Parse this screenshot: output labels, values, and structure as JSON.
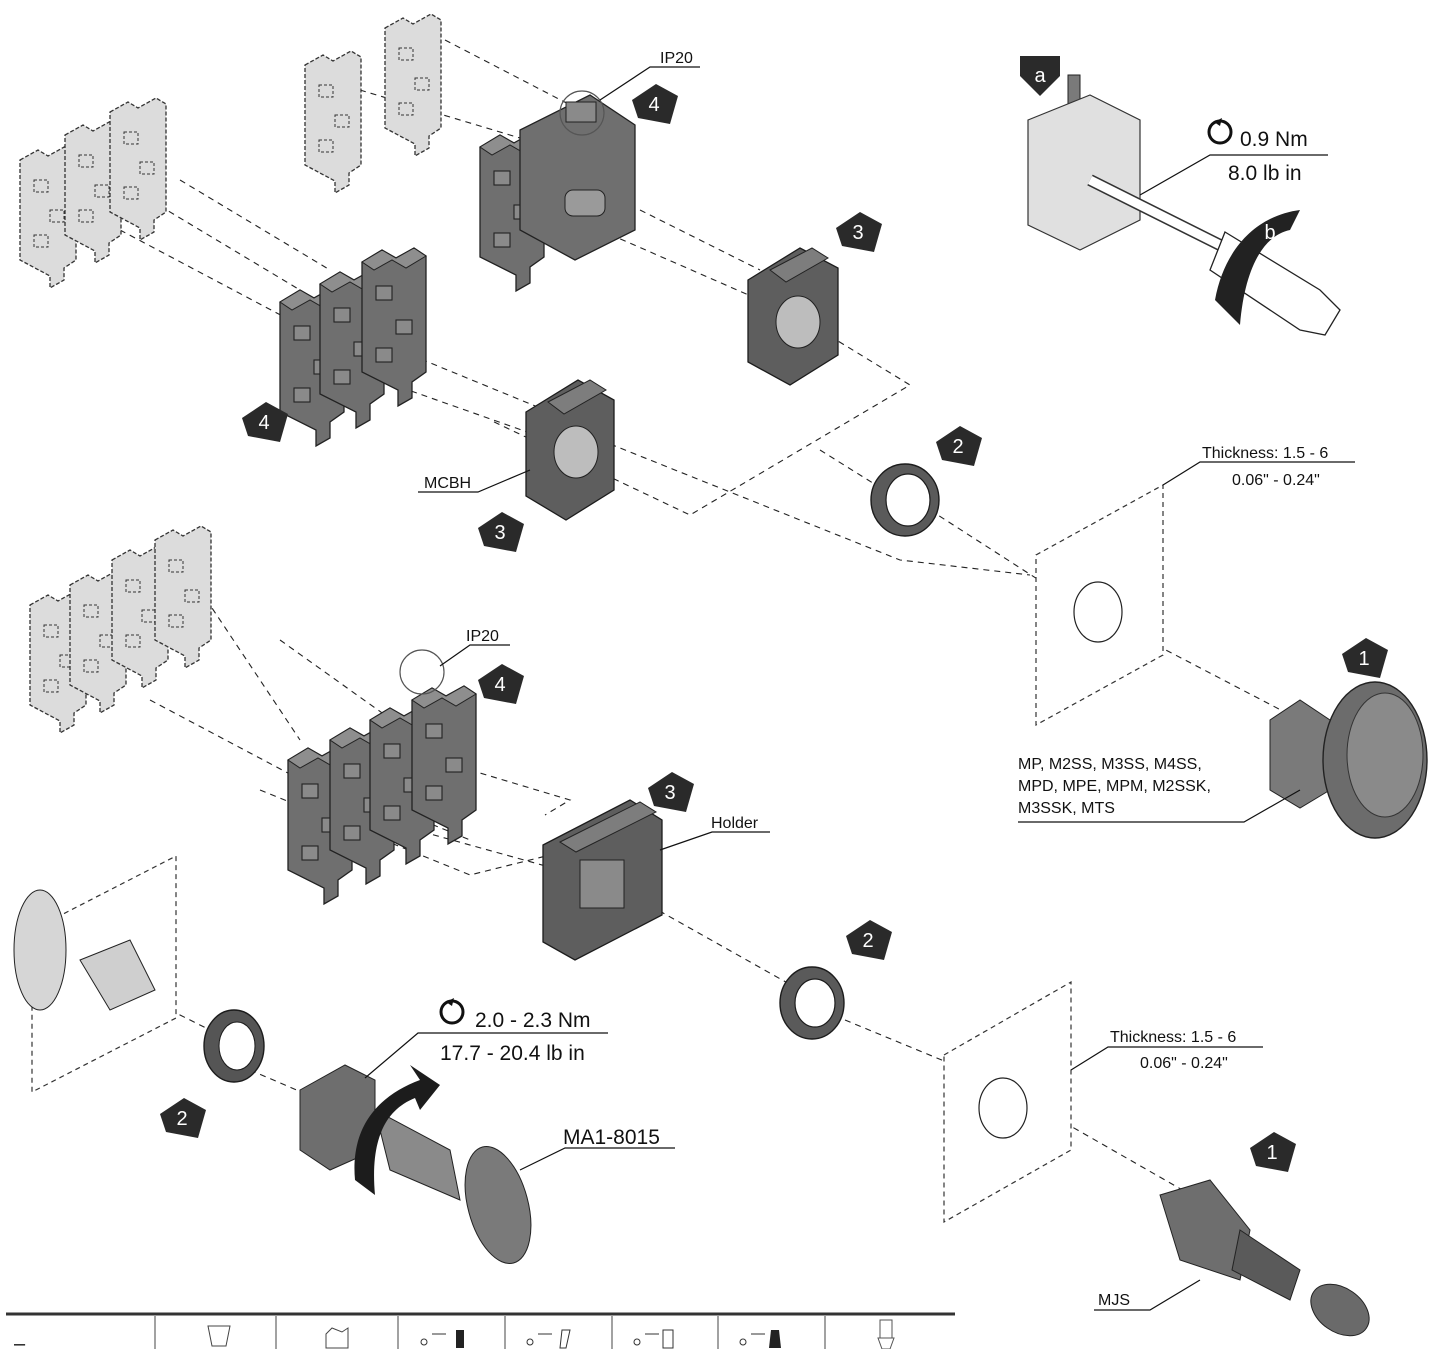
{
  "callouts": {
    "ip20_top": "IP20",
    "ip20_bottom": "IP20",
    "mcbh": "MCBH",
    "holder": "Holder",
    "thickness_top_line1": "Thickness: 1.5 - 6",
    "thickness_top_line2": "0.06\" - 0.24\"",
    "thickness_bottom_line1": "Thickness: 1.5 - 6",
    "thickness_bottom_line2": "0.06\" - 0.24\"",
    "operators_top_line1": "MP, M2SS, M3SS, M4SS,",
    "operators_top_line2": "MPD, MPE, MPM, M2SSK,",
    "operators_top_line3": "M3SSK, MTS",
    "mjs": "MJS",
    "key": "MA1-8015"
  },
  "torque": {
    "screw_nm": "0.9 Nm",
    "screw_lbin": "8.0 lb in",
    "ring_nm": "2.0 - 2.3 Nm",
    "ring_lbin": "17.7 - 20.4 lb in"
  },
  "steps": {
    "s1": "1",
    "s2": "2",
    "s3": "3",
    "s4": "4",
    "sa": "a",
    "sb": "b"
  },
  "footer": {
    "left_mark": "–"
  },
  "icons": [
    "torque-rotate-icon",
    "nut-icon",
    "tool-icon"
  ]
}
